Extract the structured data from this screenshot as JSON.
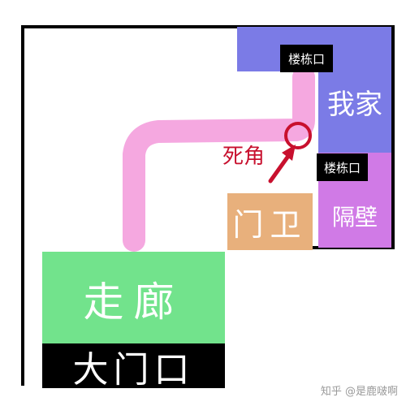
{
  "labels": {
    "stairwell_top": "楼栋口",
    "home": "我家",
    "stairwell_right": "楼栋口",
    "neighbor": "隔壁",
    "guard": "门卫",
    "blind_spot": "死角",
    "corridor": "走廊",
    "main_gate": "大门口"
  },
  "watermark": "知乎 @是鹿啵啊",
  "colors": {
    "outline": "#000000",
    "home": "#7b7be6",
    "neighbor": "#d07ae6",
    "guard": "#e8b07c",
    "corridor": "#72e38c",
    "gate": "#000000",
    "path": "#f5a8e0",
    "annotation": "#c8102e",
    "label_white": "#ffffff"
  }
}
